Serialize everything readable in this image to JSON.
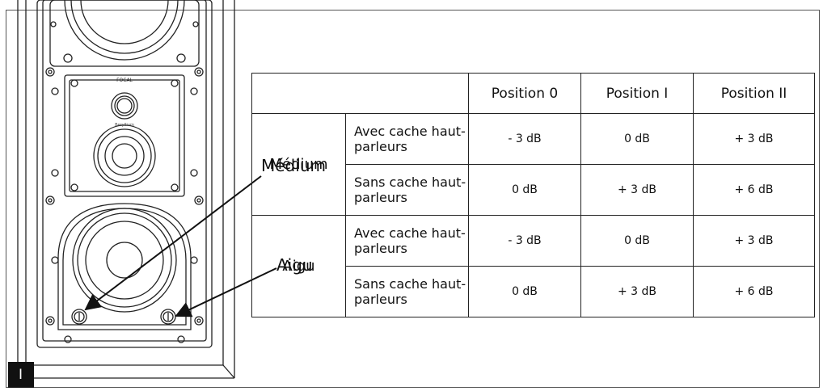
{
  "figure": {
    "number": "I"
  },
  "speaker": {
    "brand": "FOCAL",
    "driver_label": "Beryllium"
  },
  "callouts": {
    "medium": "Médium",
    "aigu": "Aigu"
  },
  "table": {
    "headers": [
      "Position 0",
      "Position I",
      "Position II"
    ],
    "groups": [
      {
        "label": "Médium",
        "rows": [
          {
            "label": "Avec cache haut-parleurs",
            "values": [
              "- 3 dB",
              "0 dB",
              "+ 3 dB"
            ]
          },
          {
            "label": "Sans cache haut-parleurs",
            "values": [
              "0 dB",
              "+ 3 dB",
              "+ 6 dB"
            ]
          }
        ]
      },
      {
        "label": "Aigu",
        "rows": [
          {
            "label": "Avec cache haut-parleurs",
            "values": [
              "- 3 dB",
              "0 dB",
              "+ 3 dB"
            ]
          },
          {
            "label": "Sans cache haut-parleurs",
            "values": [
              "0 dB",
              "+ 3 dB",
              "+ 6 dB"
            ]
          }
        ]
      }
    ]
  }
}
